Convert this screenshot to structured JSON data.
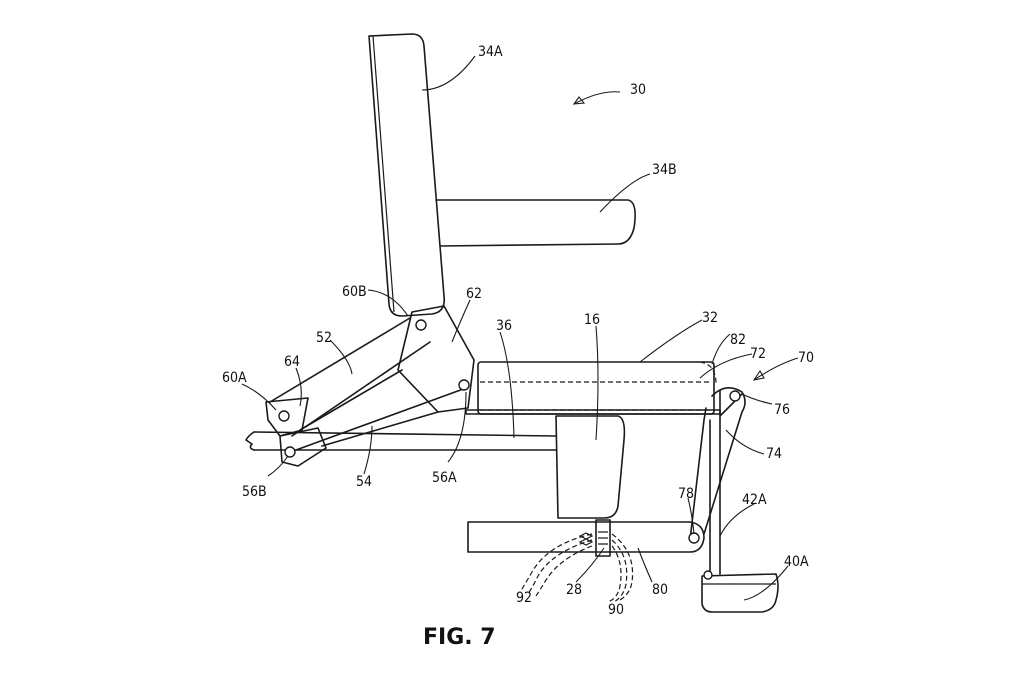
{
  "figure": {
    "caption": "FIG. 7",
    "labels": {
      "assembly": "30",
      "seatback": "34A",
      "armrest": "34B",
      "cushion": "32",
      "base": "16",
      "rail": "36",
      "link_upper": "52",
      "link_lower": "54",
      "bracket": "62",
      "plate": "64",
      "pivot_60a": "60A",
      "pivot_60b": "60B",
      "pivot_56a": "56A",
      "pivot_56b": "56B",
      "mechanism": "70",
      "hinge": "72",
      "pivot_76": "76",
      "arm": "74",
      "pivot_78": "78",
      "lever": "80",
      "dashed_line": "82",
      "rod": "42A",
      "foot": "40A",
      "post": "28",
      "wires_90": "90",
      "wires_92": "92"
    }
  }
}
